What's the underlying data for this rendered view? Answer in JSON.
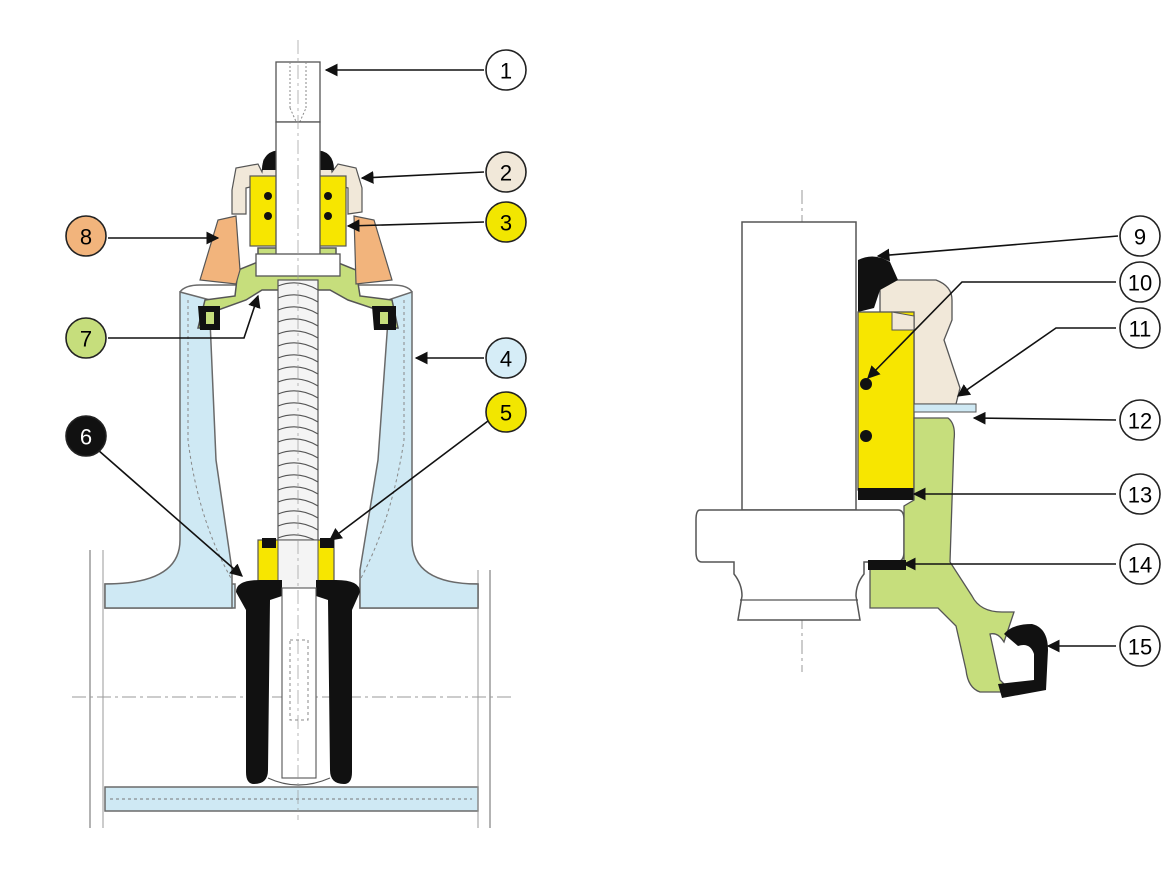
{
  "colors": {
    "callout_1": "#ffffff",
    "callout_2": "#f1e8d9",
    "callout_3": "#f2e600",
    "callout_4": "#d6edf7",
    "callout_5": "#f2e600",
    "callout_6": "#111111",
    "callout_7": "#c6de7c",
    "callout_8": "#f2b47c",
    "body_blue": "#cfe9f4",
    "bonnet_green": "#c6de7c",
    "gland_yellow": "#f7e600",
    "cap_beige": "#f1e8d9",
    "collar_orange": "#f2b47c",
    "rubber_black": "#111111"
  },
  "callouts": [
    {
      "id": "1",
      "label": "1",
      "fill_color": "callout_1"
    },
    {
      "id": "2",
      "label": "2",
      "fill_color": "callout_2"
    },
    {
      "id": "3",
      "label": "3",
      "fill_color": "callout_3"
    },
    {
      "id": "4",
      "label": "4",
      "fill_color": "callout_4"
    },
    {
      "id": "5",
      "label": "5",
      "fill_color": "callout_5"
    },
    {
      "id": "6",
      "label": "6",
      "fill_color": "callout_6"
    },
    {
      "id": "7",
      "label": "7",
      "fill_color": "callout_7"
    },
    {
      "id": "8",
      "label": "8",
      "fill_color": "callout_8"
    },
    {
      "id": "9",
      "label": "9",
      "fill_color": "callout_1"
    },
    {
      "id": "10",
      "label": "10",
      "fill_color": "callout_1"
    },
    {
      "id": "11",
      "label": "11",
      "fill_color": "callout_1"
    },
    {
      "id": "12",
      "label": "12",
      "fill_color": "callout_1"
    },
    {
      "id": "13",
      "label": "13",
      "fill_color": "callout_1"
    },
    {
      "id": "14",
      "label": "14",
      "fill_color": "callout_1"
    },
    {
      "id": "15",
      "label": "15",
      "fill_color": "callout_1"
    }
  ]
}
